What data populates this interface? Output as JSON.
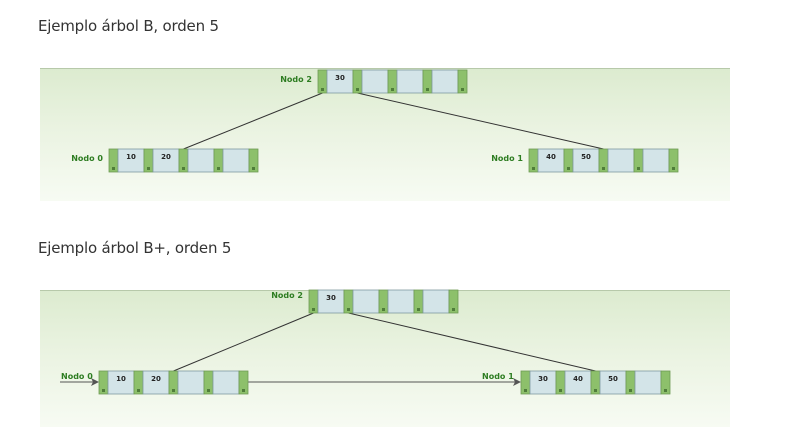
{
  "title_b": "Ejemplo árbol B, orden 5",
  "title_bplus": "Ejemplo árbol B+, orden 5",
  "diagram_b": {
    "nodes": [
      {
        "label": "Nodo 2",
        "keys": [
          "30",
          "",
          "",
          ""
        ]
      },
      {
        "label": "Nodo 0",
        "keys": [
          "10",
          "20",
          "",
          ""
        ]
      },
      {
        "label": "Nodo 1",
        "keys": [
          "40",
          "50",
          "",
          ""
        ]
      }
    ]
  },
  "diagram_bplus": {
    "nodes": [
      {
        "label": "Nodo 2",
        "keys": [
          "30",
          "",
          "",
          ""
        ]
      },
      {
        "label": "Nodo 0",
        "keys": [
          "10",
          "20",
          "",
          ""
        ]
      },
      {
        "label": "Nodo 1",
        "keys": [
          "30",
          "40",
          "50",
          ""
        ]
      }
    ]
  },
  "colors": {
    "pointer_cell": "#8dc06b",
    "key_cell": "#d3e4e8",
    "label_green": "#2e7d22"
  }
}
